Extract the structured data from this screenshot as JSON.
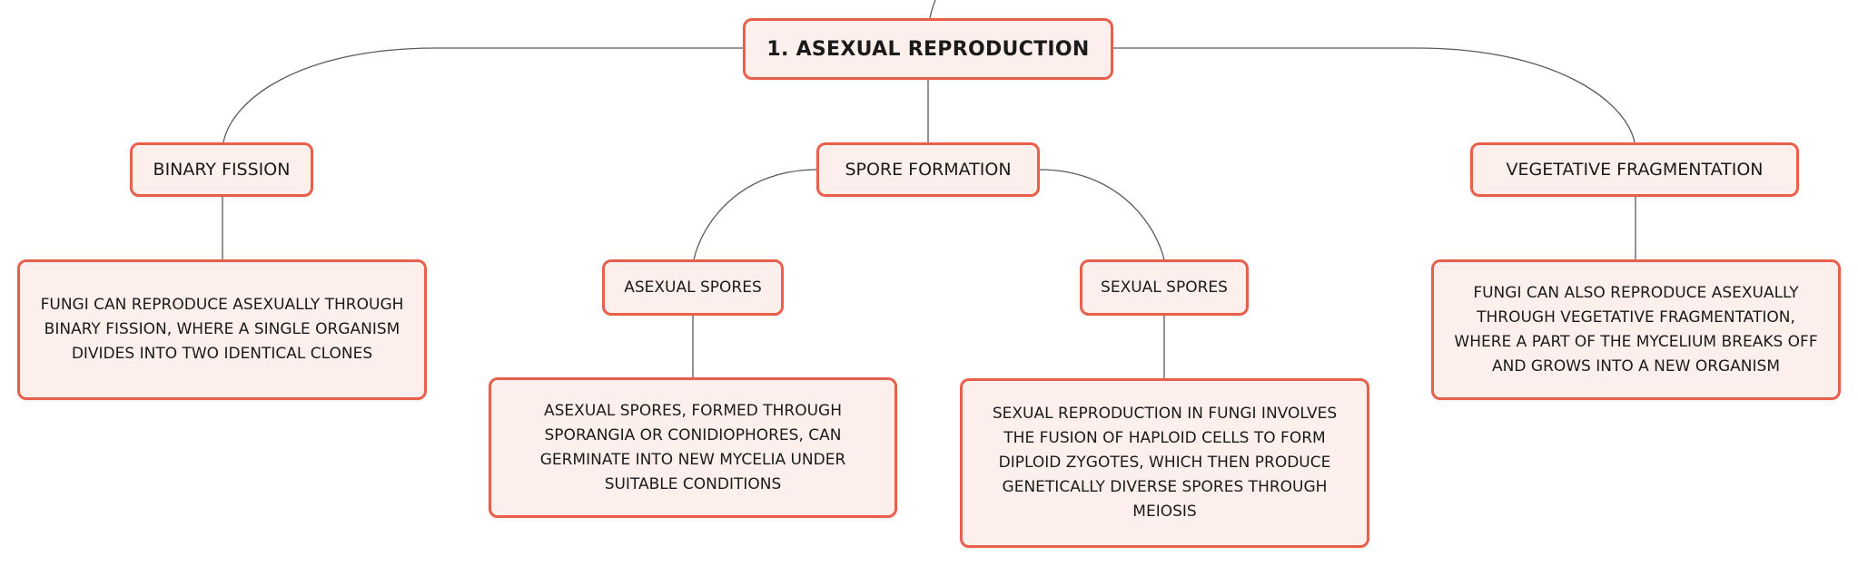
{
  "diagram": {
    "root": {
      "label": "1. ASEXUAL REPRODUCTION"
    },
    "branches": [
      {
        "label": "BINARY FISSION",
        "description": "FUNGI CAN REPRODUCE ASEXUALLY THROUGH BINARY FISSION, WHERE A SINGLE ORGANISM DIVIDES INTO TWO IDENTICAL CLONES"
      },
      {
        "label": "SPORE FORMATION",
        "children": [
          {
            "label": "ASEXUAL SPORES",
            "description": "ASEXUAL SPORES, FORMED THROUGH SPORANGIA OR CONIDIOPHORES, CAN GERMINATE INTO NEW MYCELIA UNDER SUITABLE CONDITIONS"
          },
          {
            "label": "SEXUAL SPORES",
            "description": "SEXUAL REPRODUCTION IN FUNGI INVOLVES THE FUSION OF HAPLOID CELLS TO FORM DIPLOID ZYGOTES, WHICH THEN PRODUCE GENETICALLY DIVERSE SPORES THROUGH MEIOSIS"
          }
        ]
      },
      {
        "label": "VEGETATIVE FRAGMENTATION",
        "description": "FUNGI CAN ALSO REPRODUCE ASEXUALLY THROUGH VEGETATIVE FRAGMENTATION, WHERE A PART OF THE MYCELIUM BREAKS OFF AND GROWS INTO A NEW ORGANISM"
      }
    ]
  },
  "colors": {
    "node_fill": "#fdf0ec",
    "node_border": "#e8604c",
    "connector": "#5a5a5a"
  }
}
